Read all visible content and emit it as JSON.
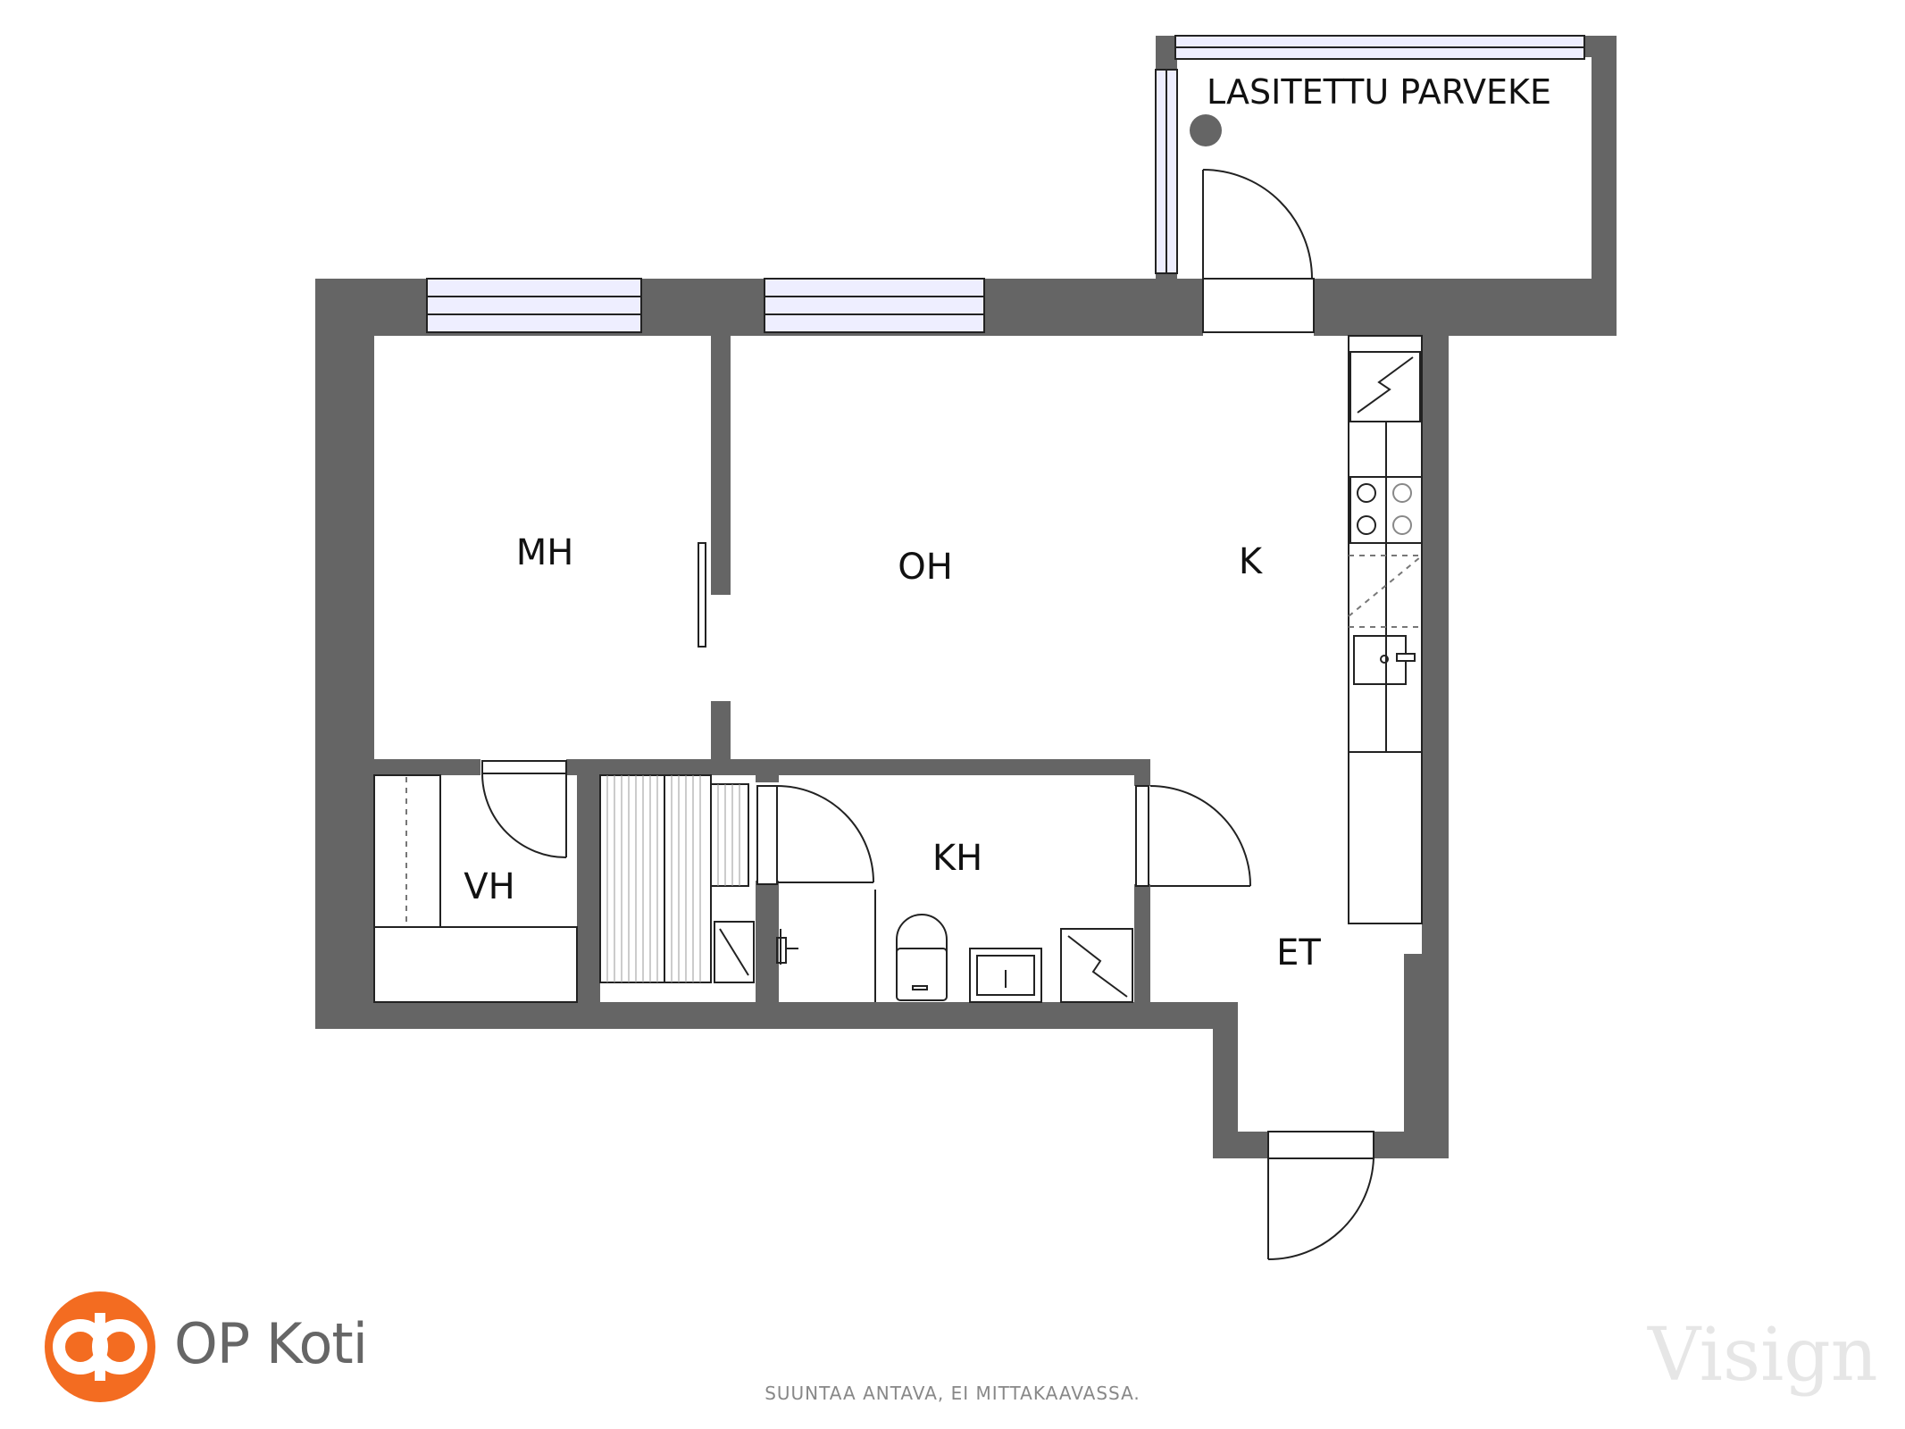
{
  "rooms": {
    "balcony": "LASITETTU PARVEKE",
    "mh": "MH",
    "oh": "OH",
    "k": "K",
    "vh": "VH",
    "kh": "KH",
    "et": "ET"
  },
  "brand": {
    "name": "OP Koti",
    "logo_icon": "op-logo-icon",
    "logo_color": "#f36c21"
  },
  "disclaimer": "SUUNTAA ANTAVA, EI MITTAKAAVASSA.",
  "watermark": "Visign",
  "colors": {
    "wall": "#656565",
    "window": "#eeeeff",
    "stroke": "#222222"
  }
}
